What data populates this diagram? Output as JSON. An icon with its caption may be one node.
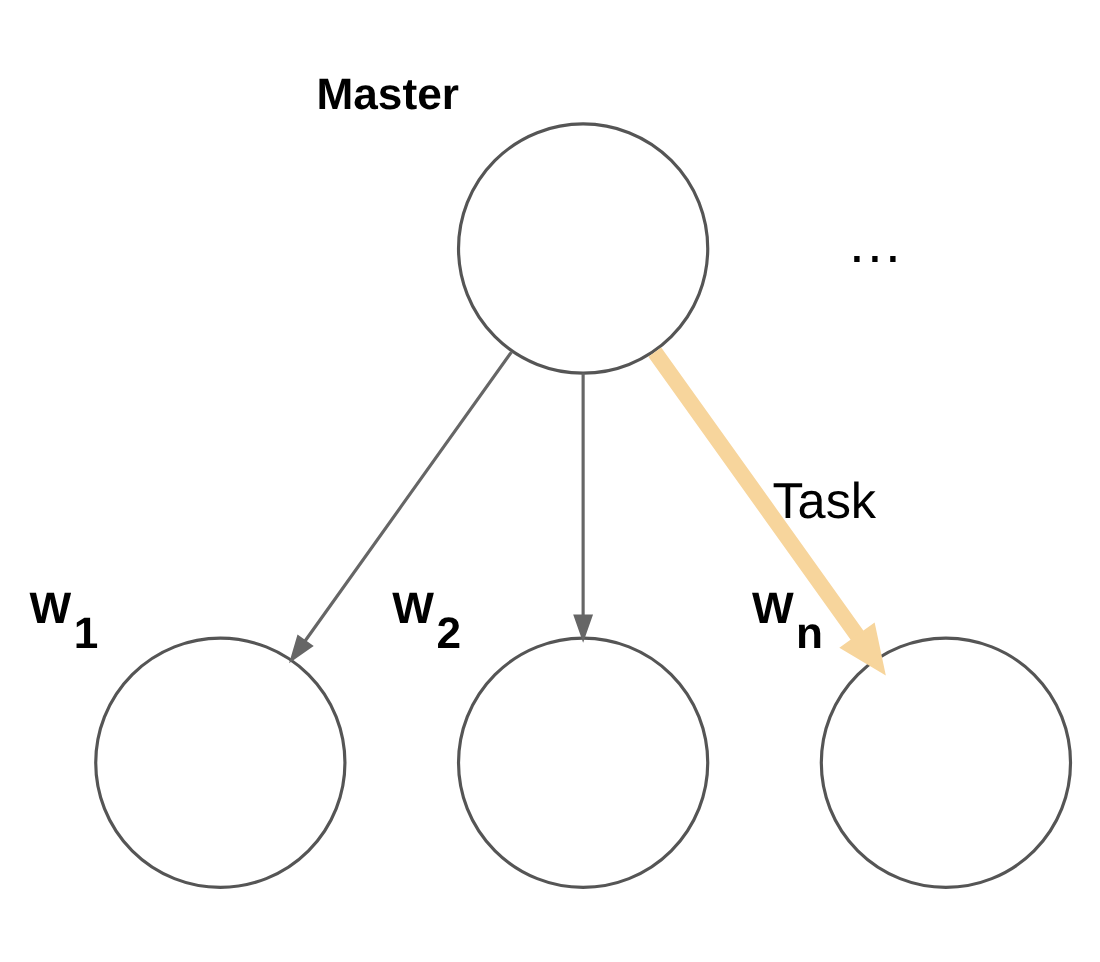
{
  "diagram": {
    "nodes": [
      {
        "text": [],
        "shape": "circle",
        "beside": [
          "Master"
        ]
      },
      {
        "text": [],
        "shape": "circle",
        "beside": [
          "W$_{1}$"
        ]
      },
      {
        "text": [],
        "shape": "circle",
        "beside": [
          "W$_{2}$"
        ]
      },
      {
        "text": [],
        "shape": "circle",
        "beside": [
          "W$_{n}$"
        ]
      }
    ],
    "edges": [
      {
        "from": 0,
        "to": 1,
        "arrow": "to"
      },
      {
        "from": 0,
        "to": 2,
        "arrow": "to"
      },
      {
        "from": 0,
        "to": 3,
        "arrow": "to",
        "label": "Task",
        "style": "thick",
        "color": "#f7d59c"
      }
    ],
    "labels": [
      "…"
    ]
  }
}
